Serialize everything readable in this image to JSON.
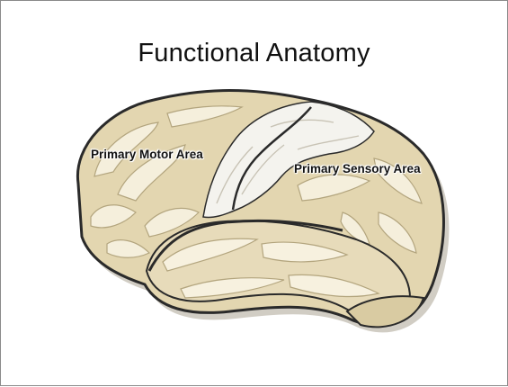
{
  "slide": {
    "title": "Functional Anatomy"
  },
  "diagram": {
    "labels": {
      "motor": "Primary Motor Area",
      "sensory": "Primary Sensory Area"
    },
    "colors": {
      "brain_fill": "#e3d6b0",
      "brain_highlight": "#f5efdc",
      "brain_shadow": "#a89a72",
      "outline": "#2a2a2a",
      "motor_sensory_region": "#f4f3ee"
    }
  }
}
